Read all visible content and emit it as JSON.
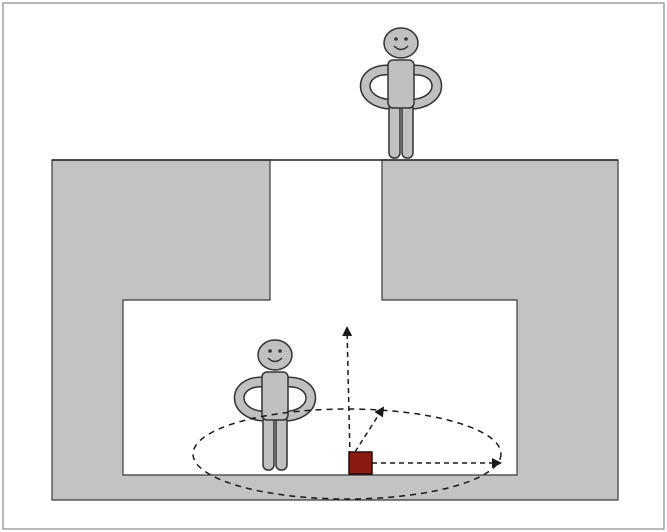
{
  "diagram": {
    "colors": {
      "background": "#ffffff",
      "frame_border": "#8a8a8a",
      "wall_fill": "#c3c3c3",
      "wall_stroke": "#3a3a3a",
      "person_fill": "#c0c0c0",
      "person_stroke": "#333333",
      "device_fill": "#8b1a10",
      "arrow_color": "#1a1a1a"
    },
    "figures": [
      {
        "name": "person-above-ground",
        "icon": "person-icon"
      },
      {
        "name": "person-underground",
        "icon": "person-icon"
      }
    ],
    "device": {
      "name": "transmitter-device",
      "icon": "square-device-icon"
    },
    "arrows": [
      {
        "name": "arrow-up",
        "style": "dashed"
      },
      {
        "name": "arrow-diagonal",
        "style": "dashed"
      },
      {
        "name": "arrow-right",
        "style": "dashed"
      }
    ],
    "range_ellipse": {
      "style": "dashed"
    }
  }
}
